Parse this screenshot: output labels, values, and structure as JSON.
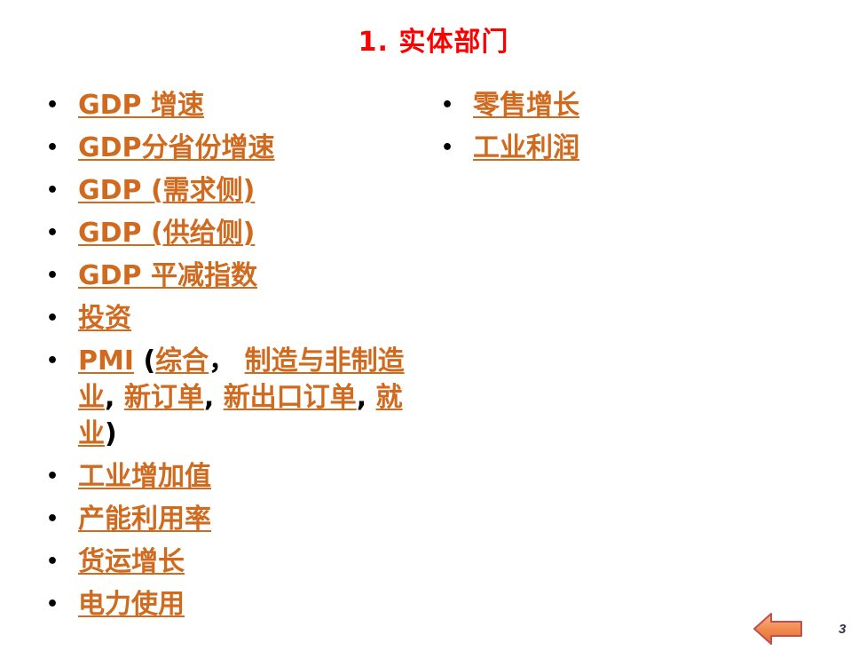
{
  "title": "1.  实体部门",
  "left_items": [
    {
      "label": "GDP 增速"
    },
    {
      "label": "GDP分省份增速"
    },
    {
      "label": "GDP (需求侧)"
    },
    {
      "label": "GDP (供给侧)"
    },
    {
      "label": "GDP 平减指数"
    },
    {
      "label": "投资"
    },
    {
      "pmi": "PMI",
      "open": " (",
      "composite": "综合",
      "comma_cn": "， ",
      "mfg_nonmfg": "制造与非制造业",
      "comma1": ", ",
      "new_orders": "新订单",
      "comma2": ", ",
      "new_export_orders": "新出口订单",
      "comma3": ", ",
      "employment": "就业",
      "close": ")"
    },
    {
      "label": "工业增加值"
    },
    {
      "label": "产能利用率"
    },
    {
      "label": "货运增长"
    },
    {
      "label": "电力使用"
    }
  ],
  "right_items": [
    {
      "label": "零售增长"
    },
    {
      "label": "工业利润"
    }
  ],
  "bullet": "•",
  "page_number": "3",
  "colors": {
    "title": "#ff0000",
    "link": "#d06a1e",
    "arrow_fill": "#f28b50",
    "arrow_stroke": "#c0504d"
  },
  "icons": {
    "back_arrow": "left-arrow-icon"
  }
}
